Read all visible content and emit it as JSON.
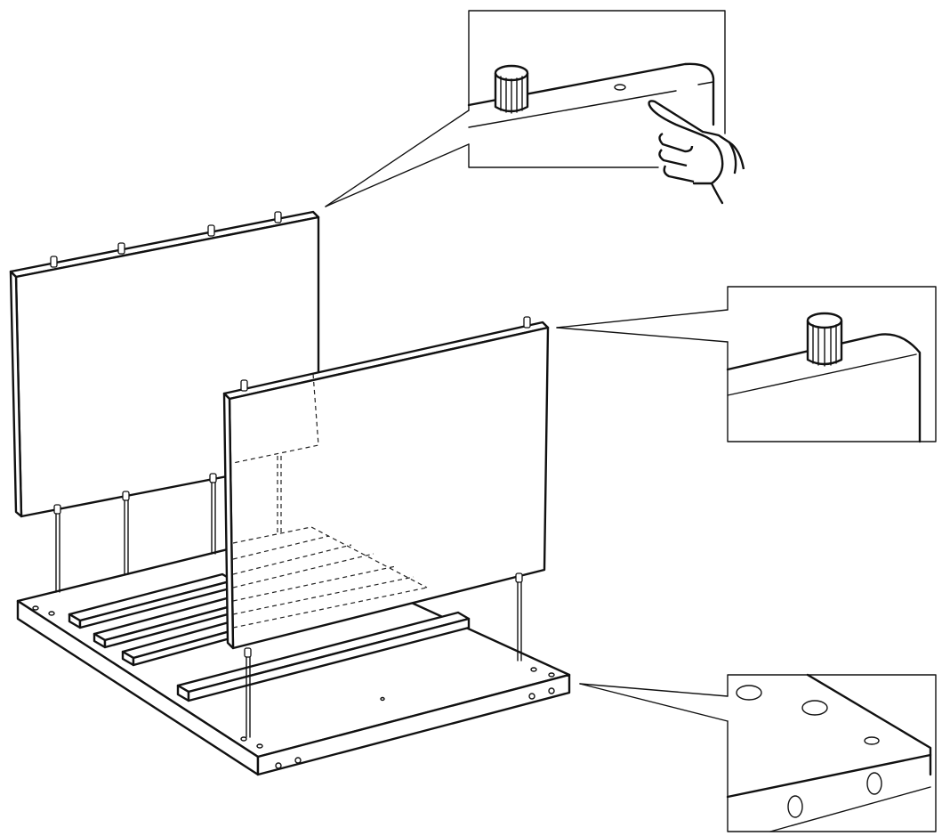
{
  "diagram": {
    "kind": "assembly-instruction",
    "language_free": true,
    "parts": [
      "back-panel",
      "front-panel",
      "base-board",
      "guide-rail"
    ],
    "detail_callouts": [
      "dowel-top-edge-detail-with-hand",
      "dowel-corner-detail",
      "base-holes-corner-detail"
    ],
    "icons": [
      "pointing-hand-icon",
      "dowel-icon",
      "hole-icon"
    ],
    "colors": {
      "line": "#111111",
      "background": "#ffffff"
    }
  }
}
